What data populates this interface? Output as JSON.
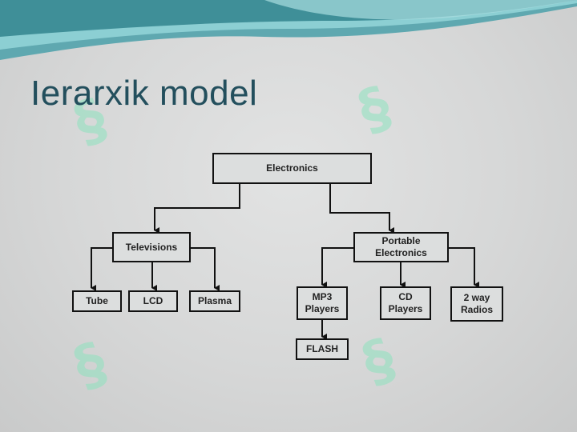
{
  "slide": {
    "title": "Ierarxik model",
    "watermark_icon": "sg-logo-icon",
    "colors": {
      "title": "#234f5d",
      "wave_dark": "#3e8f99",
      "wave_light": "#7fc3c9",
      "box_border": "#111111"
    }
  },
  "hierarchy": {
    "root": "Electronics",
    "televisions": "Televisions",
    "tube": "Tube",
    "lcd": "LCD",
    "plasma": "Plasma",
    "portable": "Portable\nElectronics",
    "mp3": "MP3\nPlayers",
    "flash": "FLASH",
    "cd": "CD\nPlayers",
    "radios": "2 way\nRadios"
  }
}
